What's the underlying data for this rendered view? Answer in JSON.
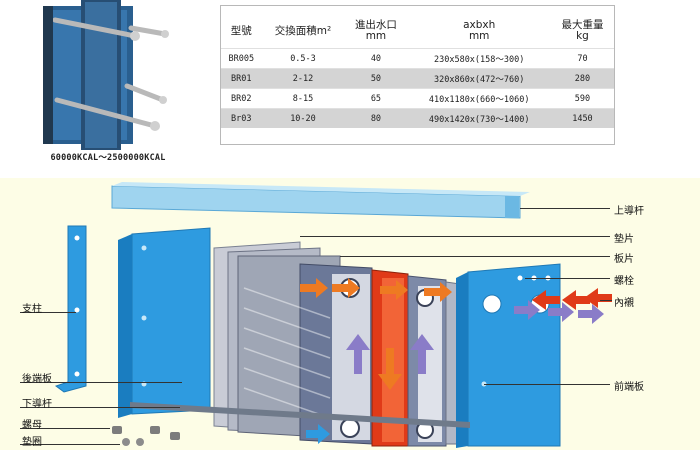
{
  "product": {
    "caption": "60000KCAL～2500000KCAL"
  },
  "spec_table": {
    "headers": [
      {
        "line1": "型號",
        "line2": ""
      },
      {
        "line1": "交換面積m²",
        "line2": ""
      },
      {
        "line1": "進出水口",
        "line2": "mm"
      },
      {
        "line1": "axbxh",
        "line2": "mm"
      },
      {
        "line1": "最大重量",
        "line2": "kg"
      }
    ],
    "rows": [
      [
        "BR005",
        "0.5-3",
        "40",
        "230x580x(158～300)",
        "70"
      ],
      [
        "BR01",
        "2-12",
        "50",
        "320x860x(472～760)",
        "280"
      ],
      [
        "BR02",
        "8-15",
        "65",
        "410x1180x(660～1060)",
        "590"
      ],
      [
        "Br03",
        "10-20",
        "80",
        "490x1420x(730～1400)",
        "1450"
      ]
    ]
  },
  "diagram_labels": {
    "upper_guide_bar": "上導杆",
    "gasket": "墊片",
    "plate": "板片",
    "bolt": "螺栓",
    "lining": "內襯",
    "column": "支柱",
    "rear_end_plate": "後端板",
    "lower_guide_bar": "下導杆",
    "nut": "螺母",
    "washer": "墊圈",
    "front_end_plate": "前端板"
  },
  "colors": {
    "frame_blue": "#2e9be0",
    "plate_grey": "#9fa6b5",
    "hot_red": "#e03a18",
    "orange_arrow": "#ee7a22",
    "purple_arrow": "#8a7cc8",
    "diagram_bg": "#fdfde6"
  }
}
